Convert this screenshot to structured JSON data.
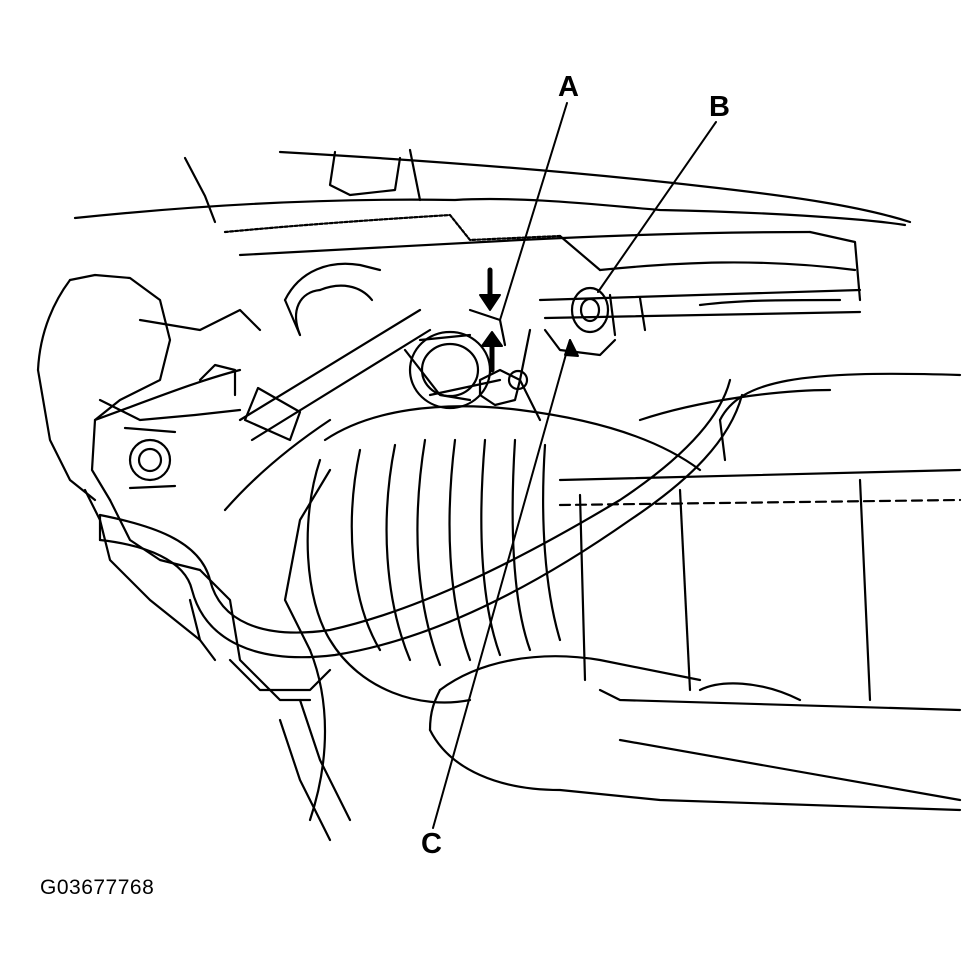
{
  "callouts": {
    "a": "A",
    "b": "B",
    "c": "C"
  },
  "figure_id": "G03677768",
  "colors": {
    "ink": "#000000",
    "background": "#ffffff"
  }
}
